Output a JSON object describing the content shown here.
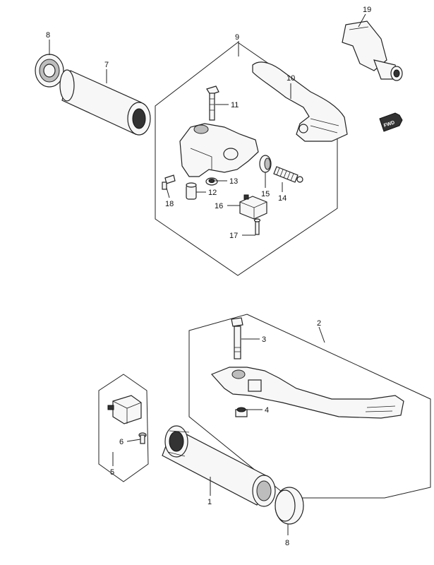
{
  "callouts": [
    {
      "id": "n1",
      "text": "1"
    },
    {
      "id": "n2",
      "text": "2"
    },
    {
      "id": "n3",
      "text": "3"
    },
    {
      "id": "n4",
      "text": "4"
    },
    {
      "id": "n5",
      "text": "5"
    },
    {
      "id": "n6",
      "text": "6"
    },
    {
      "id": "n7",
      "text": "7"
    },
    {
      "id": "n8a",
      "text": "8"
    },
    {
      "id": "n8b",
      "text": "8"
    },
    {
      "id": "n9",
      "text": "9"
    },
    {
      "id": "n10",
      "text": "10"
    },
    {
      "id": "n11",
      "text": "11"
    },
    {
      "id": "n12",
      "text": "12"
    },
    {
      "id": "n13",
      "text": "13"
    },
    {
      "id": "n14",
      "text": "14"
    },
    {
      "id": "n15",
      "text": "15"
    },
    {
      "id": "n16",
      "text": "16"
    },
    {
      "id": "n17",
      "text": "17"
    },
    {
      "id": "n18",
      "text": "18"
    },
    {
      "id": "n19",
      "text": "19"
    }
  ],
  "fwd_badge": "FWD"
}
